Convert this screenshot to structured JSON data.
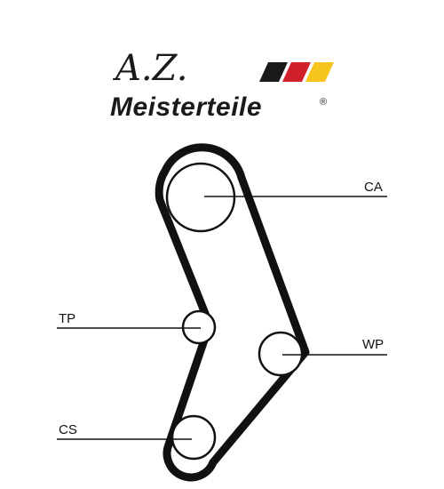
{
  "brand": {
    "initials": "A.Z.",
    "name": "Meisterteile",
    "registered_mark": "®",
    "flag_colors": [
      "#1a1a1a",
      "#d0202a",
      "#f5c51e"
    ]
  },
  "pulleys": {
    "ca": {
      "label": "CA"
    },
    "tp": {
      "label": "TP"
    },
    "wp": {
      "label": "WP"
    },
    "cs": {
      "label": "CS"
    }
  },
  "colors": {
    "belt": "#111111",
    "pulley_stroke": "#111111",
    "leader_line": "#111111"
  }
}
